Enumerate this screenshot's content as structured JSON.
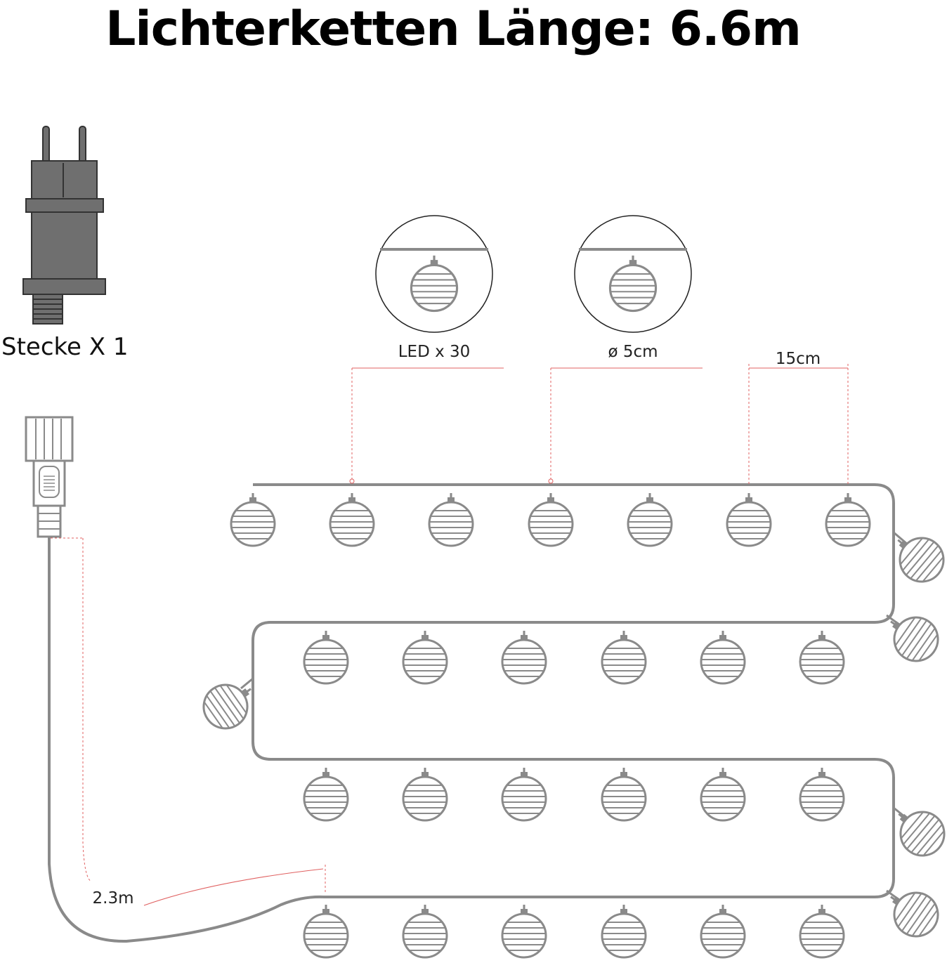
{
  "title": "Lichterketten Länge: 6.6m",
  "plug": {
    "caption": "Stecke X 1"
  },
  "annotations": {
    "led_count": "LED x 30",
    "diameter": "ø 5cm",
    "spacing": "15cm",
    "lead_cable": "2.3m"
  },
  "colors": {
    "wire": "#8a8a8a",
    "plug_fill": "#6f6f6f",
    "plug_stroke": "#333333",
    "dimension_line": "#e06060"
  },
  "icons": {
    "plug": "eu-plug-icon",
    "connector": "connector-icon",
    "lantern": "lantern-ball-icon"
  }
}
